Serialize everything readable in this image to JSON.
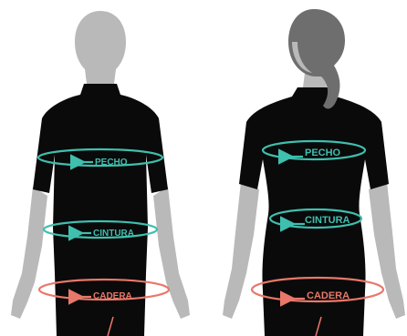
{
  "colors": {
    "background": "#ffffff",
    "silhouette": "#b9b9b9",
    "hair": "#6e6e6e",
    "garment": "#0a0a0a",
    "teal": "#3fbfae",
    "coral": "#e8786a"
  },
  "figures": [
    {
      "gender": "male",
      "measurements": [
        {
          "key": "chest",
          "label": "PECHO",
          "color": "teal"
        },
        {
          "key": "waist",
          "label": "CINTURA",
          "color": "teal"
        },
        {
          "key": "hip",
          "label": "CADERA",
          "color": "coral"
        }
      ]
    },
    {
      "gender": "female",
      "measurements": [
        {
          "key": "chest",
          "label": "PECHO",
          "color": "teal"
        },
        {
          "key": "waist",
          "label": "CINTURA",
          "color": "teal"
        },
        {
          "key": "hip",
          "label": "CADERA",
          "color": "coral"
        }
      ]
    }
  ]
}
